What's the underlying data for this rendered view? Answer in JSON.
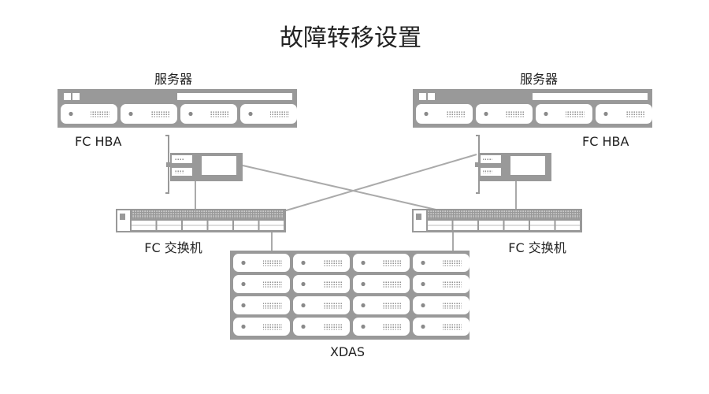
{
  "title": "故障转移设置",
  "labels": {
    "server_left": "服务器",
    "server_right": "服务器",
    "hba_left": "FC HBA",
    "hba_right": "FC HBA",
    "switch_left": "FC 交换机",
    "switch_right": "FC 交换机",
    "storage": "XDAS"
  },
  "colors": {
    "device": "#999999",
    "panel": "#ffffff",
    "line": "#aaaaaa",
    "text": "#222222"
  }
}
